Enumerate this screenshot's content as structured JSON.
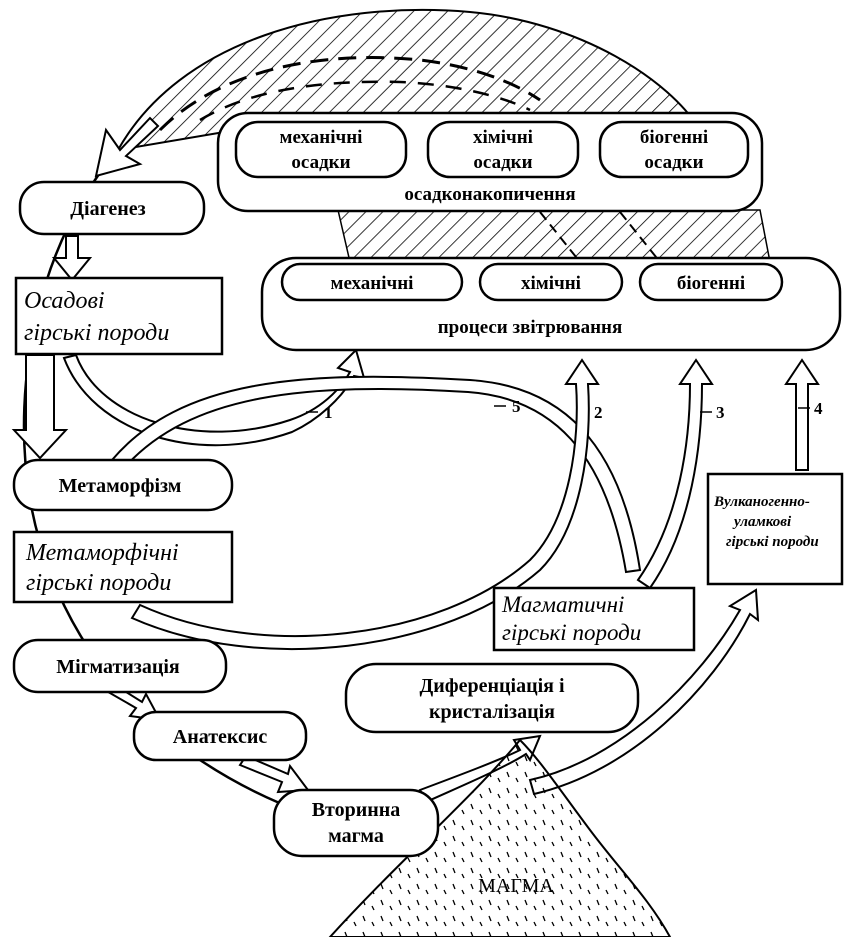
{
  "sediments": {
    "mechanical": [
      "механічні",
      "осадки"
    ],
    "chemical": [
      "хімічні",
      "осадки"
    ],
    "biogenic": [
      "біогенні",
      "осадки"
    ],
    "sedimentation": "осадконакопичення"
  },
  "weathering": {
    "mechanical": "механічні",
    "chemical": "хімічні",
    "biogenic": "біогенні",
    "processes": "процеси звітрювання"
  },
  "stages": {
    "diagenesis": "Діагенез",
    "sedimentary_rocks": [
      "Осадові",
      "гірські породи"
    ],
    "metamorphism": "Метаморфізм",
    "metamorphic_rocks": [
      "Метаморфічні",
      "гірські породи"
    ],
    "migmatization": "Мігматизація",
    "anatexis": "Анатексис",
    "secondary_magma": [
      "Вторинна",
      "магма"
    ],
    "differentiation": [
      "Диференціація і",
      "кристалізація"
    ],
    "magmatic_rocks": [
      "Магматичні",
      "гірські породи"
    ],
    "volcanoclastic_rocks": [
      "Вулканогенно-",
      "уламкові",
      "гірські породи"
    ],
    "magma": "МАГМА"
  },
  "path_numbers": [
    "1",
    "5",
    "2",
    "3",
    "4"
  ]
}
